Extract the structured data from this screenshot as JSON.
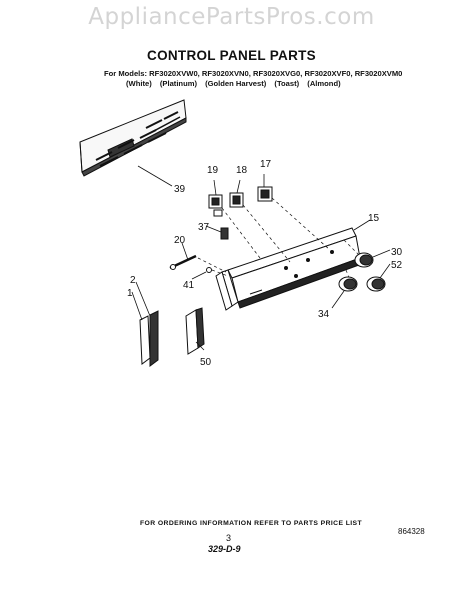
{
  "watermark": "AppliancePartsPros.com",
  "title": "CONTROL PANEL PARTS",
  "models_line": "For Models: RF3020XVW0, RF3020XVN0, RF3020XVG0, RF3020XVF0, RF3020XVM0",
  "colors": [
    "(White)",
    "(Platinum)",
    "(Golden Harvest)",
    "(Toast)",
    "(Almond)"
  ],
  "callouts": [
    "39",
    "19",
    "18",
    "17",
    "15",
    "37",
    "20",
    "30",
    "52",
    "41",
    "2",
    "1",
    "34",
    "50"
  ],
  "footer_note": "FOR ORDERING INFORMATION REFER TO PARTS PRICE LIST",
  "page_number": "3",
  "handwritten_code": "329-D-9",
  "doc_id": "864328"
}
